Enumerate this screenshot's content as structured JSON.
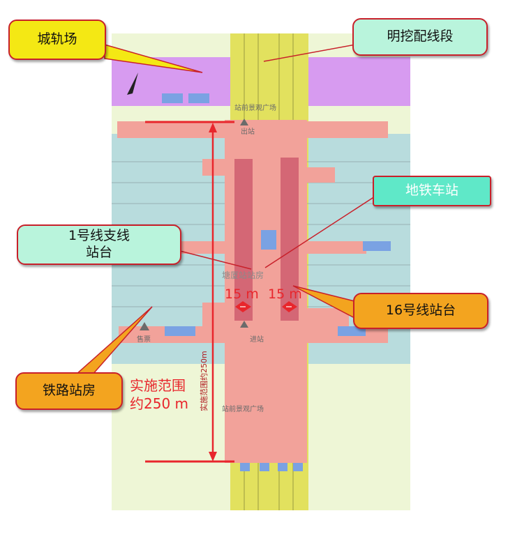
{
  "callouts": {
    "urban_rail_yard": "城轨场",
    "cut_and_cover_section": "明挖配线段",
    "metro_station": "地铁车站",
    "line1_branch_platform_l1": "1号线支线",
    "line1_branch_platform_l2": "站台",
    "line16_platform": "16号线站台",
    "railway_station_building": "铁路站房"
  },
  "dimensions": {
    "range_l1": "实施范围",
    "range_l2": "约250 m",
    "vertical_range": "实施范围约250m",
    "width_left": "15 m",
    "width_right": "15 m"
  },
  "map_labels": {
    "north_plaza": "站前景观广场",
    "south_plaza": "站前景观广场",
    "station_building": "塘厦站站房",
    "exit_top": "出站",
    "entry": "进站",
    "ticket": "售票"
  },
  "colors": {
    "callout_yellow": "#f4e814",
    "callout_mint": "#b9f4dc",
    "callout_cyan": "#5fe8c8",
    "callout_orange": "#f3a41f",
    "accent_red": "#e8262c"
  }
}
